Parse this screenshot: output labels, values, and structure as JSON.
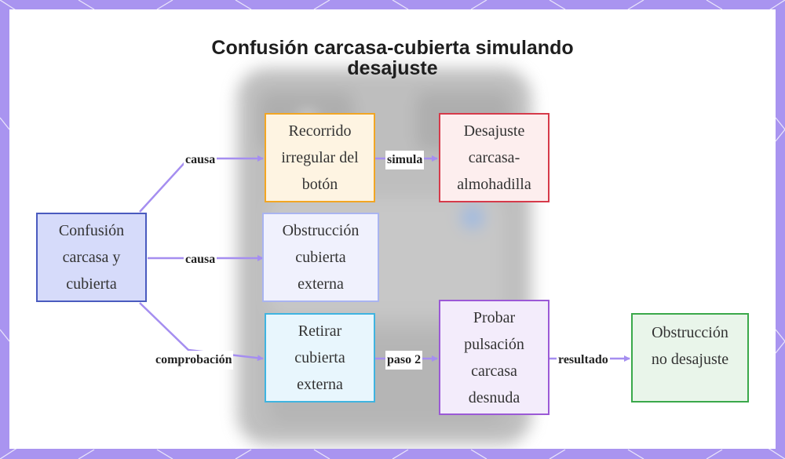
{
  "diagram": {
    "title_line1": "Confusión carcasa-cubierta simulando",
    "title_line2": "desajuste",
    "nodes": {
      "confusion": "Confusión\ncarcasa y\ncubierta",
      "recorrido": "Recorrido\nirregular del\nbotón",
      "desajuste": "Desajuste\ncarcasa-\nalmohadilla",
      "obstruccion_cubierta": "Obstrucción\ncubierta\nexterna",
      "retirar": "Retirar\ncubierta\nexterna",
      "probar": "Probar\npulsación\ncarcasa\ndesnuda",
      "obstruccion_resultado": "Obstrucción\nno desajuste"
    },
    "edges": {
      "causa_1": "causa",
      "causa_2": "causa",
      "comprobacion": "comprobación",
      "simula": "simula",
      "paso_2": "paso 2",
      "resultado": "resultado"
    }
  },
  "colors": {
    "frame": "#a994f0",
    "edge": "#a58ef0",
    "confusion_border": "#4a5bbf",
    "confusion_fill": "#d6dbfa",
    "recorrido_border": "#f2a623",
    "recorrido_fill": "#fef4e2",
    "desajuste_border": "#d63a4a",
    "desajuste_fill": "#fdeeee",
    "obstruccion_cubierta_border": "#a9b4f0",
    "obstruccion_cubierta_fill": "#f0f1fd",
    "retirar_border": "#3fb4e0",
    "retirar_fill": "#e8f6fd",
    "probar_border": "#9b59d6",
    "probar_fill": "#f3ecfb",
    "resultado_border": "#3aa84a",
    "resultado_fill": "#e9f5ea"
  }
}
